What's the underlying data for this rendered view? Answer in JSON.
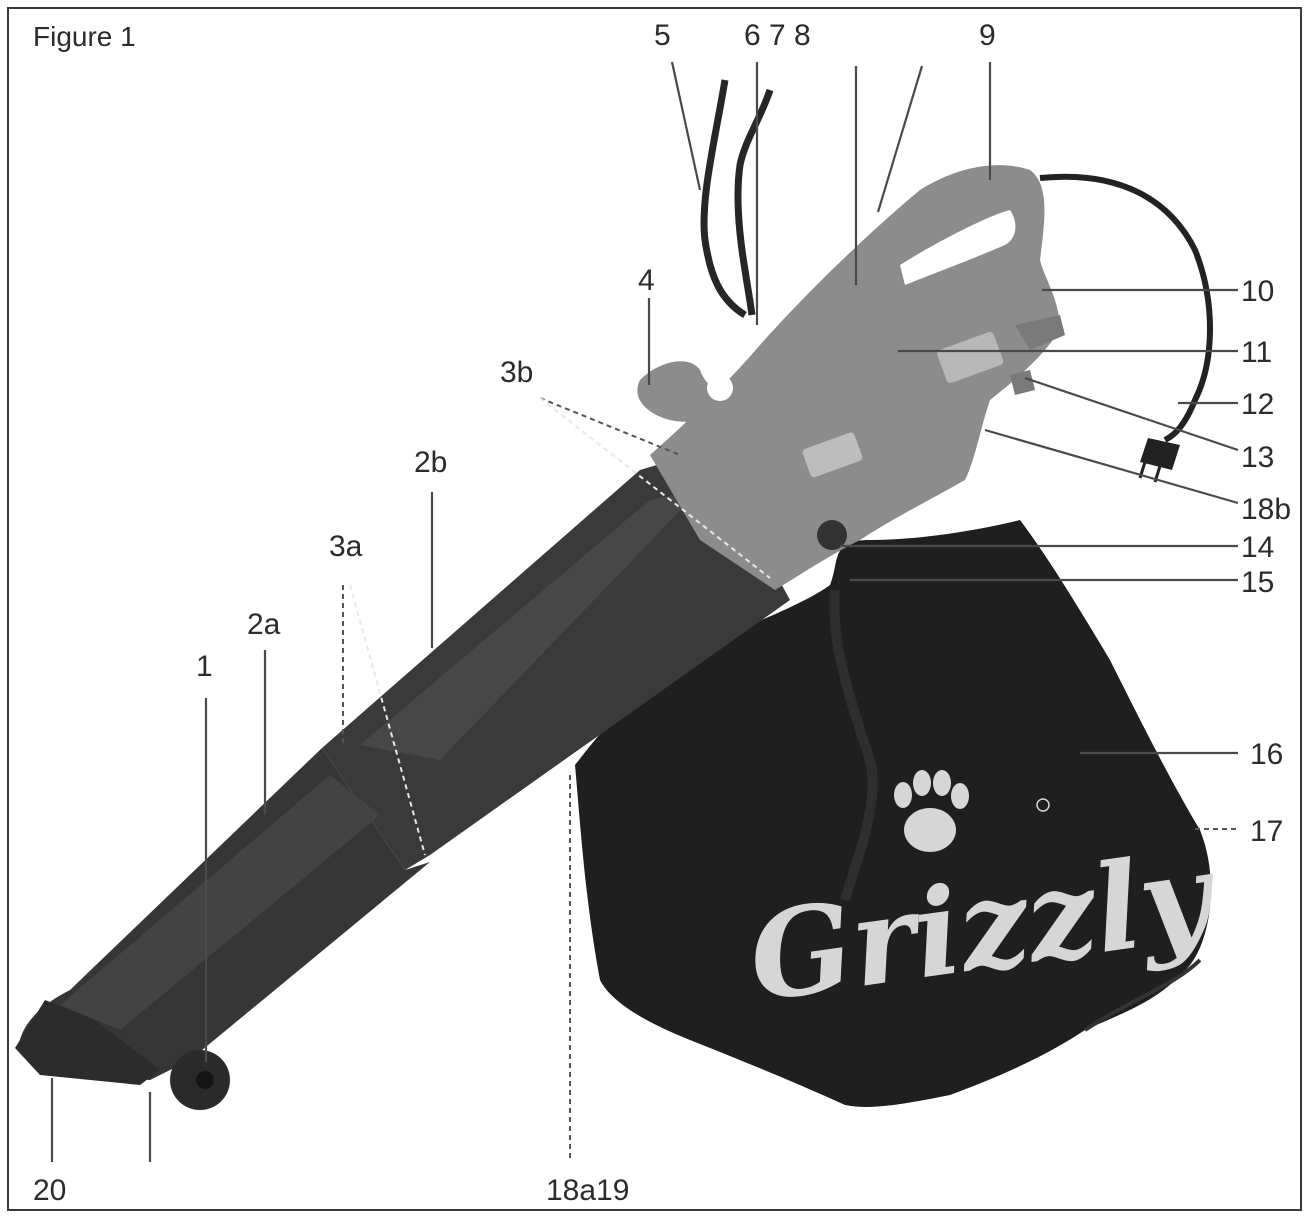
{
  "figure": {
    "title": "Figure 1",
    "brand_logo_text": "Grizzly",
    "colors": {
      "housing": "#8c8c8c",
      "tube": "#3c3c3c",
      "bag": "#1f1f1f",
      "text": "#2b2b2b"
    },
    "labels": {
      "l1": "1",
      "l2a": "2a",
      "l2b": "2b",
      "l3a": "3a",
      "l3b": "3b",
      "l4": "4",
      "l5": "5",
      "l678": "6 7 8",
      "l9": "9",
      "l10": "10",
      "l11": "11",
      "l12": "12",
      "l13": "13",
      "l14": "14",
      "l15": "15",
      "l16": "16",
      "l17": "17",
      "l18b": "18b",
      "l18a19": "18a19",
      "l20": "20"
    }
  }
}
